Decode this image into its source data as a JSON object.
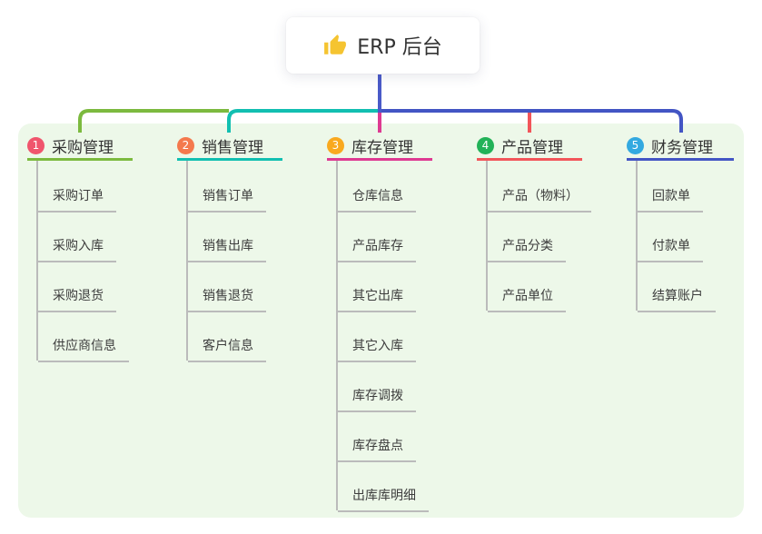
{
  "root": {
    "label": "ERP 后台",
    "icon": "thumbs-up-icon",
    "icon_color": "#F5C431"
  },
  "colors": {
    "page_background": "#FFFFFF",
    "panel_background": "#EDF8E9",
    "text": "#333333",
    "root_stem": "#4A5AC8",
    "bus_green": "#7CBA3F",
    "bus_teal": "#12BFB1",
    "bus_blue": "#4355C4",
    "drop_magenta": "#DE3A92",
    "drop_red": "#F2555A"
  },
  "branches": [
    {
      "num": "1",
      "label": "采购管理",
      "badge_color": "#F0556D",
      "line_color": "#7CBA3F",
      "child_line_color": "#A9D17E",
      "children": [
        "采购订单",
        "采购入库",
        "采购退货",
        "供应商信息"
      ]
    },
    {
      "num": "2",
      "label": "销售管理",
      "badge_color": "#F4794D",
      "line_color": "#12BFB1",
      "child_line_color": "#5BCFC4",
      "children": [
        "销售订单",
        "销售出库",
        "销售退货",
        "客户信息"
      ]
    },
    {
      "num": "3",
      "label": "库存管理",
      "badge_color": "#F9A91F",
      "line_color": "#DE3A92",
      "child_line_color": "#EC74B2",
      "children": [
        "仓库信息",
        "产品库存",
        "其它出库",
        "其它入库",
        "库存调拨",
        "库存盘点",
        "出库库明细"
      ]
    },
    {
      "num": "4",
      "label": "产品管理",
      "badge_color": "#22B258",
      "line_color": "#F2555A",
      "child_line_color": "#F59395",
      "children": [
        "产品（物料）",
        "产品分类",
        "产品单位"
      ]
    },
    {
      "num": "5",
      "label": "财务管理",
      "badge_color": "#33A9E0",
      "line_color": "#4355C4",
      "child_line_color": "#8A9BDA",
      "children": [
        "回款单",
        "付款单",
        "结算账户"
      ]
    }
  ]
}
